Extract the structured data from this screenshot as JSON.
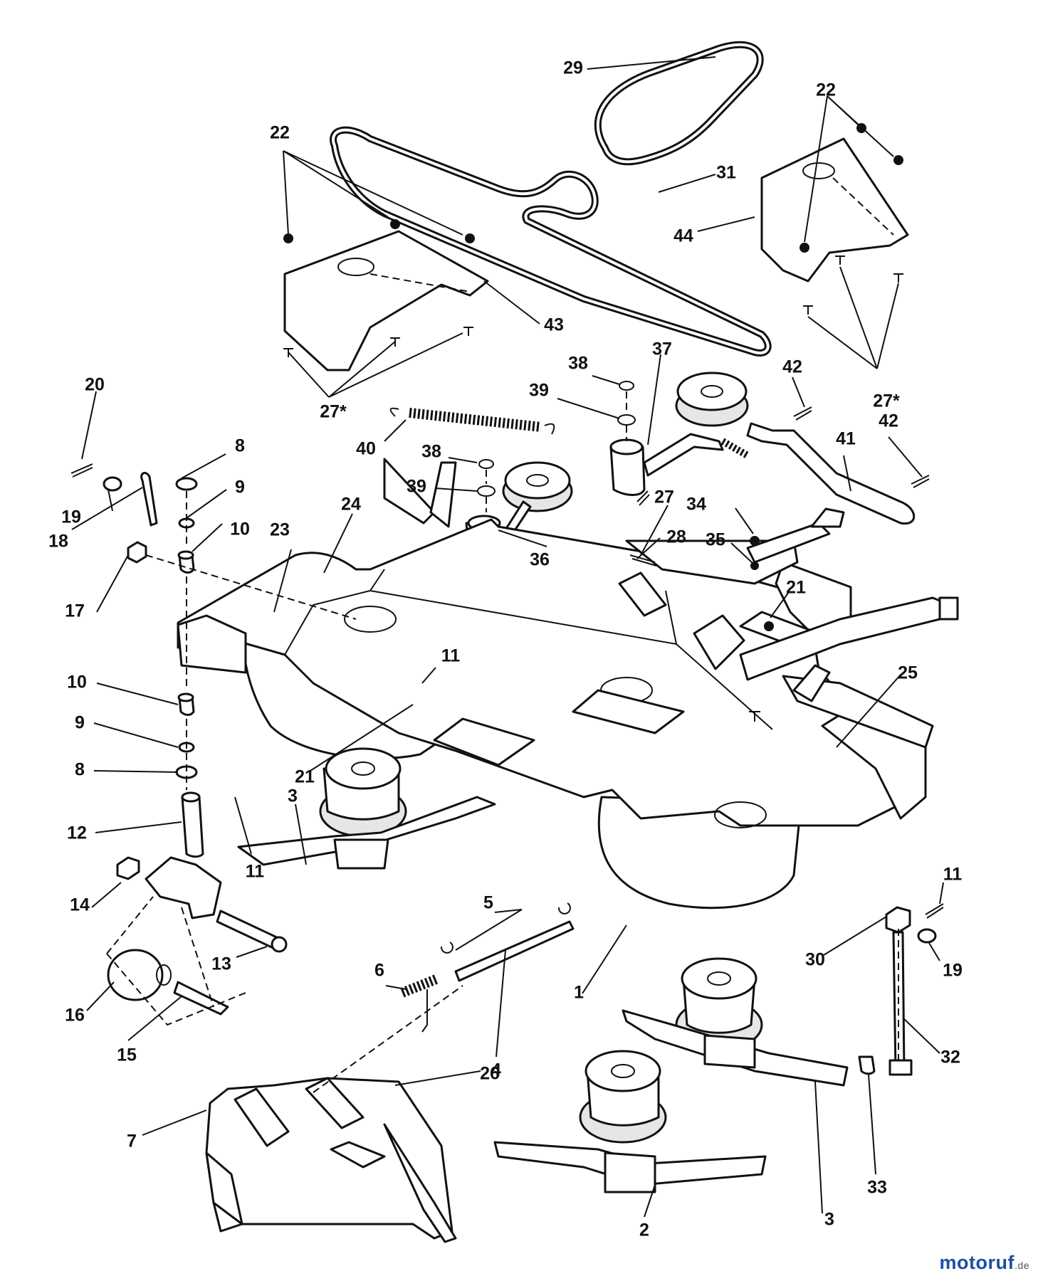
{
  "watermark": {
    "brand": "motoruf",
    "tld": ".de"
  },
  "callouts": [
    "29",
    "22",
    "22",
    "31",
    "44",
    "43",
    "27*",
    "27*",
    "38",
    "39",
    "37",
    "42",
    "42",
    "41",
    "20",
    "19",
    "18",
    "17",
    "8",
    "9",
    "10",
    "40",
    "38",
    "39",
    "36",
    "24",
    "23",
    "27",
    "28",
    "34",
    "35",
    "21",
    "11",
    "10",
    "9",
    "8",
    "21",
    "25",
    "12",
    "11",
    "3",
    "14",
    "13",
    "16",
    "15",
    "6",
    "5",
    "4",
    "1",
    "11",
    "30",
    "19",
    "32",
    "7",
    "26",
    "2",
    "3",
    "33"
  ]
}
